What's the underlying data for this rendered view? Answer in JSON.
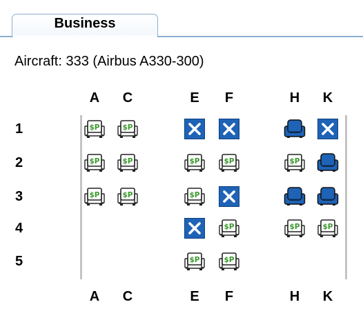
{
  "tabs": [
    {
      "label": "Business",
      "active": true
    }
  ],
  "aircraft_text": "Aircraft: 333 (Airbus A330-300)",
  "columns": [
    "A",
    "C",
    "E",
    "F",
    "H",
    "K"
  ],
  "rows": [
    "1",
    "2",
    "3",
    "4",
    "5"
  ],
  "seat_map": [
    [
      "paid",
      "paid",
      "occupied",
      "occupied",
      "available",
      "occupied"
    ],
    [
      "paid",
      "paid",
      "paid",
      "paid",
      "paid",
      "available"
    ],
    [
      "paid",
      "paid",
      "paid",
      "occupied",
      "available",
      "available"
    ],
    [
      "none",
      "none",
      "occupied",
      "paid",
      "paid",
      "paid"
    ],
    [
      "none",
      "none",
      "paid",
      "paid",
      "none",
      "none"
    ]
  ],
  "seat_icons": {
    "paid": "paid-seat-icon",
    "occupied": "occupied-seat-icon",
    "available": "available-seat-icon"
  },
  "paid_seat_glyph": "$P",
  "colors": {
    "tab_border": "#8aaed0",
    "seat_blue": "#1e63b6",
    "paid_green": "#3c9a2e"
  }
}
